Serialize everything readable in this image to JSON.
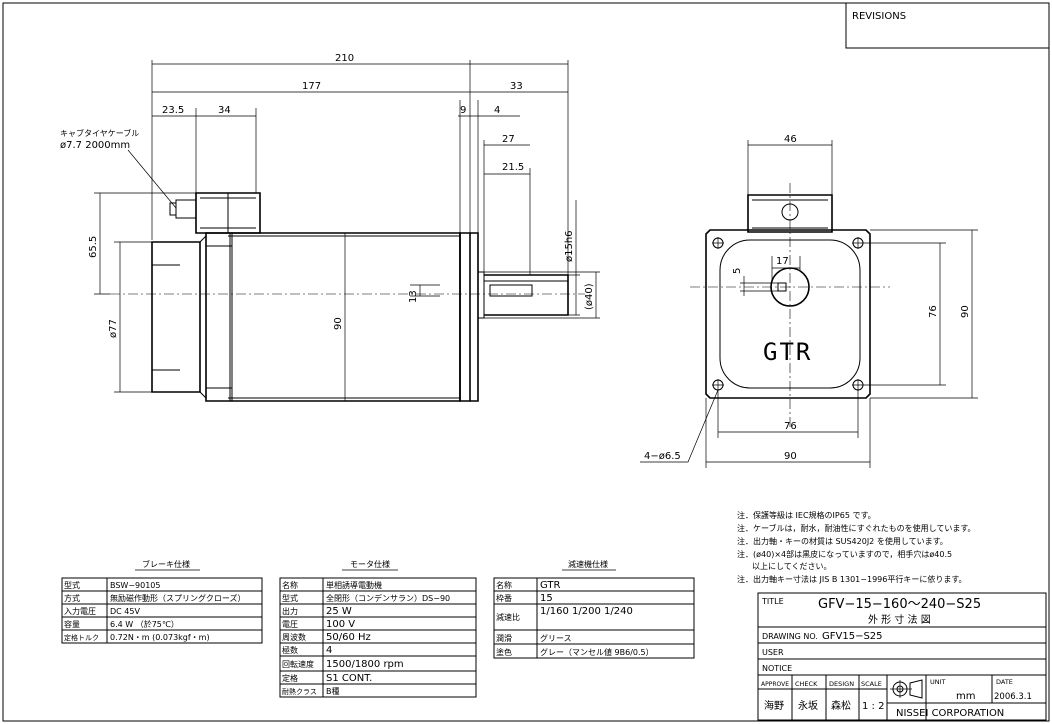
{
  "revisions_label": "REVISIONS",
  "side_view": {
    "cable_label_line1": "キャブタイヤケーブル",
    "cable_label_line2": "ø7.7 2000mm",
    "dims": {
      "overall": "210",
      "motor_length": "177",
      "gear_length": "33",
      "d_23_5": "23.5",
      "d_34": "34",
      "d_9": "9",
      "d_4": "4",
      "d_27": "27",
      "d_21_5": "21.5",
      "d_65_5": "65.5",
      "d_77": "ø77",
      "d_90": "90",
      "d_13": "13",
      "shaft_dia": "ø15h6",
      "boss_dia": "(ø40)"
    }
  },
  "front_view": {
    "brand": "GTR",
    "dims": {
      "d_46": "46",
      "d_17": "17",
      "d_5": "5",
      "d_76_h": "76",
      "d_90_h": "90",
      "d_76_v": "76",
      "d_90_v": "90",
      "holes": "4−ø6.5"
    }
  },
  "notes": [
    "注．保護等級は IEC規格のIP65 です。",
    "注．ケーブルは，耐水，耐油性にすぐれたものを使用しています。",
    "注．出力軸・キーの材質は SUS420J2 を使用しています。",
    "注．(ø40)×4部は黒皮になっていますので，相手穴はø40.5",
    "以上にしてください。",
    "注．出力軸キー寸法は JIS B 1301−1996平行キーに依ります。"
  ],
  "brake_spec": {
    "title": "ブレーキ仕様",
    "rows": [
      [
        "型式",
        "BSW−90105"
      ],
      [
        "方式",
        "無励磁作動形（スプリングクローズ）"
      ],
      [
        "入力電圧",
        "DC 45V"
      ],
      [
        "容量",
        "6.4 W （於75℃）"
      ],
      [
        "定格トルク",
        "0.72N・m (0.073kgf・m)"
      ]
    ]
  },
  "motor_spec": {
    "title": "モータ仕様",
    "rows": [
      [
        "名称",
        "単相誘導電動機"
      ],
      [
        "型式",
        "全閉形（コンデンサラン）DS−90"
      ],
      [
        "出力",
        "25 W"
      ],
      [
        "電圧",
        "100 V"
      ],
      [
        "周波数",
        "50/60 Hz"
      ],
      [
        "極数",
        "4"
      ],
      [
        "回転速度",
        "1500/1800 rpm"
      ],
      [
        "定格",
        "S1 CONT."
      ],
      [
        "耐熱クラス",
        "B種"
      ]
    ]
  },
  "reducer_spec": {
    "title": "減速機仕様",
    "rows": [
      [
        "名称",
        "GTR"
      ],
      [
        "枠番",
        "15"
      ],
      [
        "減速比",
        "1/160 1/200 1/240"
      ],
      [
        "潤滑",
        "グリース"
      ],
      [
        "塗色",
        "グレー（マンセル値 9B6/0.5）"
      ]
    ]
  },
  "title_block": {
    "title_label": "TITLE",
    "model": "GFV−15−160〜240−S25",
    "subtitle": "外 形 寸 法 図",
    "drawing_no_label": "DRAWING NO.",
    "drawing_no": "GFV15−S25",
    "user_label": "USER",
    "notice_label": "NOTICE",
    "approve_label": "APPROVE",
    "check_label": "CHECK",
    "design_label": "DESIGN",
    "scale_label": "SCALE",
    "unit_label": "UNIT",
    "date_label": "DATE",
    "approve": "海野",
    "check": "永坂",
    "design": "森松",
    "scale": "1 : 2",
    "unit": "mm",
    "date": "2006.3.1",
    "company": "NISSEI CORPORATION"
  }
}
